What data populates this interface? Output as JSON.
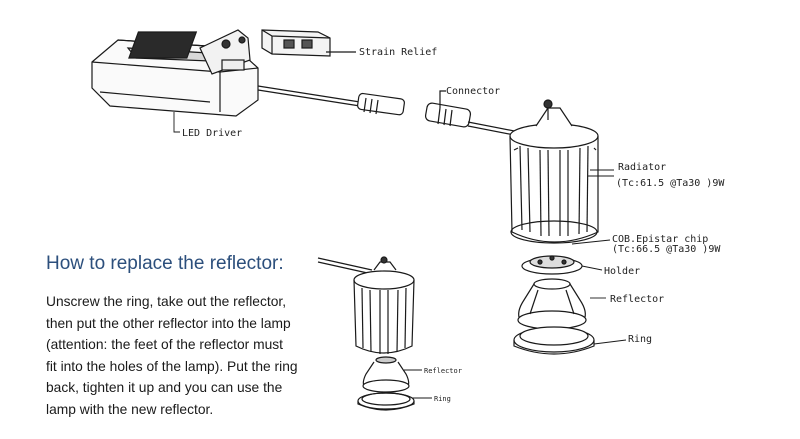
{
  "labels": {
    "strain_relief": "Strain Relief",
    "connector": "Connector",
    "led_driver": "LED Driver",
    "radiator": "Radiator",
    "radiator_spec": "(Tc:61.5   @Ta30  )9W",
    "cob_chip": "COB.Epistar chip",
    "cob_spec": "(Tc:66.5   @Ta30  )9W",
    "holder": "Holder",
    "reflector": "Reflector",
    "ring": "Ring",
    "small_reflector": "Reflector",
    "small_ring": "Ring"
  },
  "instructions": {
    "title": "How to replace the reflector:",
    "lines": [
      "Unscrew the ring, take out the reflector,",
      "then put the other reflector into the lamp",
      "(attention: the feet of the reflector must",
      "fit into the holes of the lamp). Put the ring",
      "back, tighten it up and you can use the",
      "lamp with the new reflector."
    ]
  }
}
